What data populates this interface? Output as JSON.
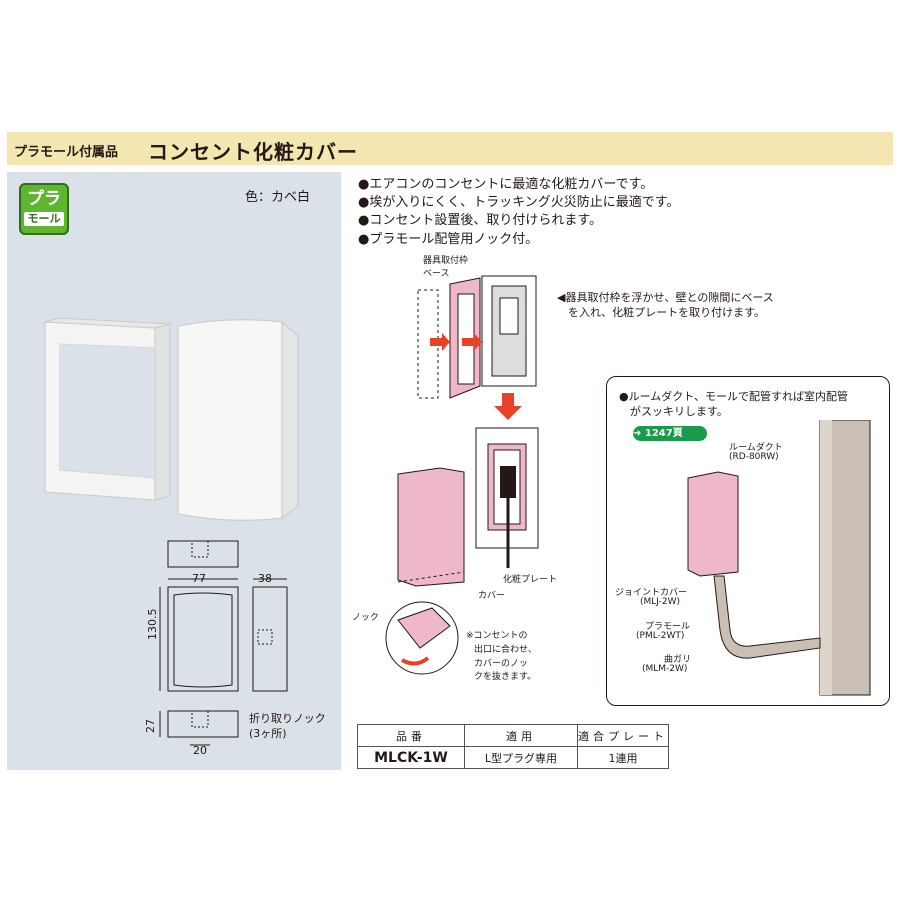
{
  "header": {
    "subtitle": "プラモール付属品",
    "title": "コンセント化粧カバー"
  },
  "badge": {
    "line1": "プラ",
    "line2": "モール"
  },
  "color": "色：カベ白",
  "features": [
    "●エアコンのコンセントに最適な化粧カバーです。",
    "●埃が入りにくく、トラッキング火災防止に最適です。",
    "●コンセント設置後、取り付けられます。",
    "●プラモール配管用ノック付。"
  ],
  "dimensions": {
    "width": "77",
    "depth": "38",
    "height": "130.5",
    "knock_height": "27",
    "knock_width": "20",
    "knock_label_1": "折り取りノック",
    "knock_label_2": "(3ヶ所)"
  },
  "install_diagram": {
    "label_frame": "器具取付枠",
    "label_base": "ベース",
    "description_1": "◀器具取付枠を浮かせ、壁との隙間にベース",
    "description_2": "を入れ、化粧プレートを取り付けます。",
    "label_plate": "化粧プレート",
    "label_cover": "カバー",
    "label_knock": "ノック",
    "note_1": "※コンセントの",
    "note_2": "出口に合わせ、",
    "note_3": "カバーのノッ",
    "note_4": "クを抜きます。"
  },
  "duct_box": {
    "text_1": "●ルームダクト、モールで配管すれば室内配管",
    "text_2": "がスッキリします。",
    "page_ref": "1247頁",
    "room_duct": "ルームダクト",
    "room_duct_code": "(RD-80RW)",
    "joint_cover": "ジョイントカバー",
    "joint_cover_code": "(MLJ-2W)",
    "pura_mall": "プラモール",
    "pura_mall_code": "(PML-2WT)",
    "bend": "曲ガリ",
    "bend_code": "(MLM-2W)"
  },
  "table": {
    "headers": [
      "品番",
      "適用",
      "適合プレート"
    ],
    "rows": [
      [
        "MLCK-1W",
        "L型プラグ専用",
        "1連用"
      ]
    ]
  },
  "colors": {
    "header_band": "#f3e6b0",
    "panel": "#dbe1e9",
    "badge": "#5fb52f",
    "pink": "#efb7cc",
    "arrow": "#e8432a",
    "page_ref": "#1a9b4c"
  }
}
